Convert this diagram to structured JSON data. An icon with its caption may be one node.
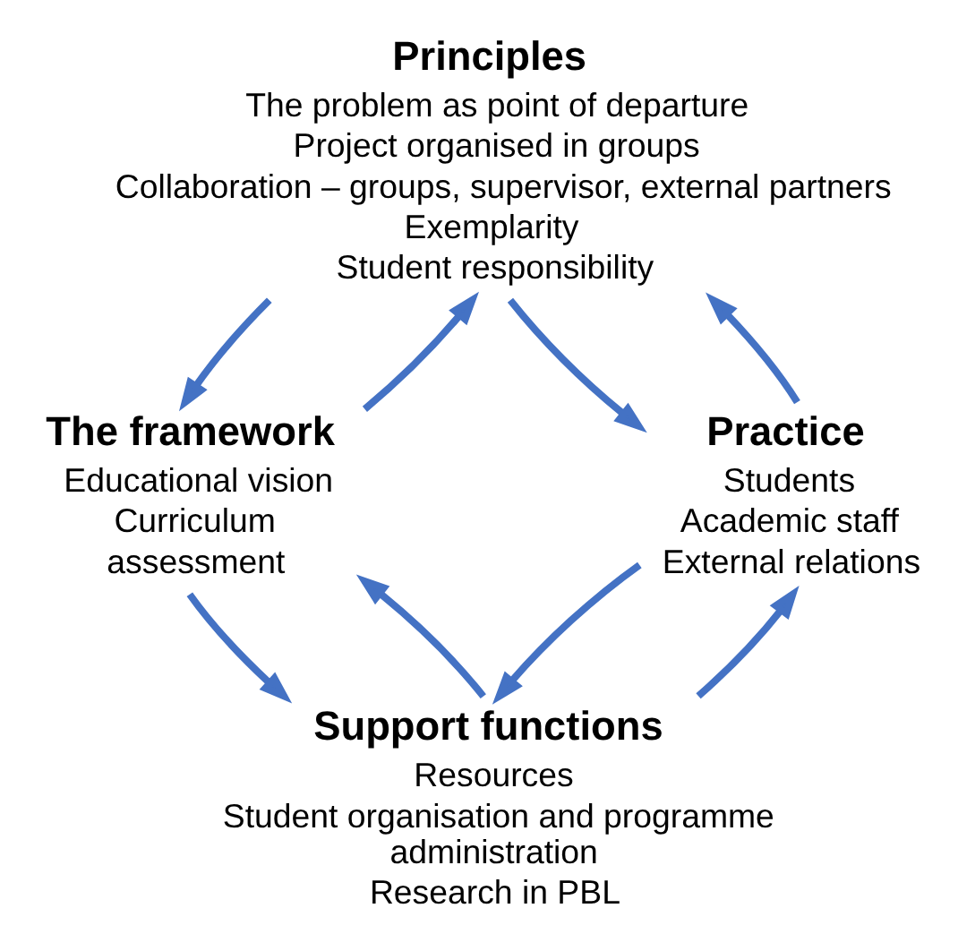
{
  "diagram": {
    "nodes": [
      {
        "text": [
          "Principles",
          "The problem as point of departure",
          "Project organised in groups",
          "Collaboration – groups, supervisor, external partners",
          "Exemplarity",
          "Student responsibility"
        ]
      },
      {
        "text": [
          "The framework",
          "Educational vision",
          "Curriculum",
          "assessment"
        ]
      },
      {
        "text": [
          "Practice",
          "Students",
          "Academic staff",
          "External relations"
        ]
      },
      {
        "text": [
          "Support functions",
          "Resources",
          "Student organisation and programme administration",
          "Research in PBL"
        ]
      }
    ],
    "edges": [
      {
        "from": 0,
        "to": 1,
        "arrow": "to"
      },
      {
        "from": 1,
        "to": 0,
        "arrow": "to"
      },
      {
        "from": 2,
        "to": 0,
        "arrow": "to"
      },
      {
        "from": 0,
        "to": 2,
        "arrow": "to"
      },
      {
        "from": 1,
        "to": 3,
        "arrow": "to"
      },
      {
        "from": 3,
        "to": 1,
        "arrow": "to"
      },
      {
        "from": 3,
        "to": 2,
        "arrow": "to"
      },
      {
        "from": 2,
        "to": 3,
        "arrow": "to"
      }
    ]
  }
}
